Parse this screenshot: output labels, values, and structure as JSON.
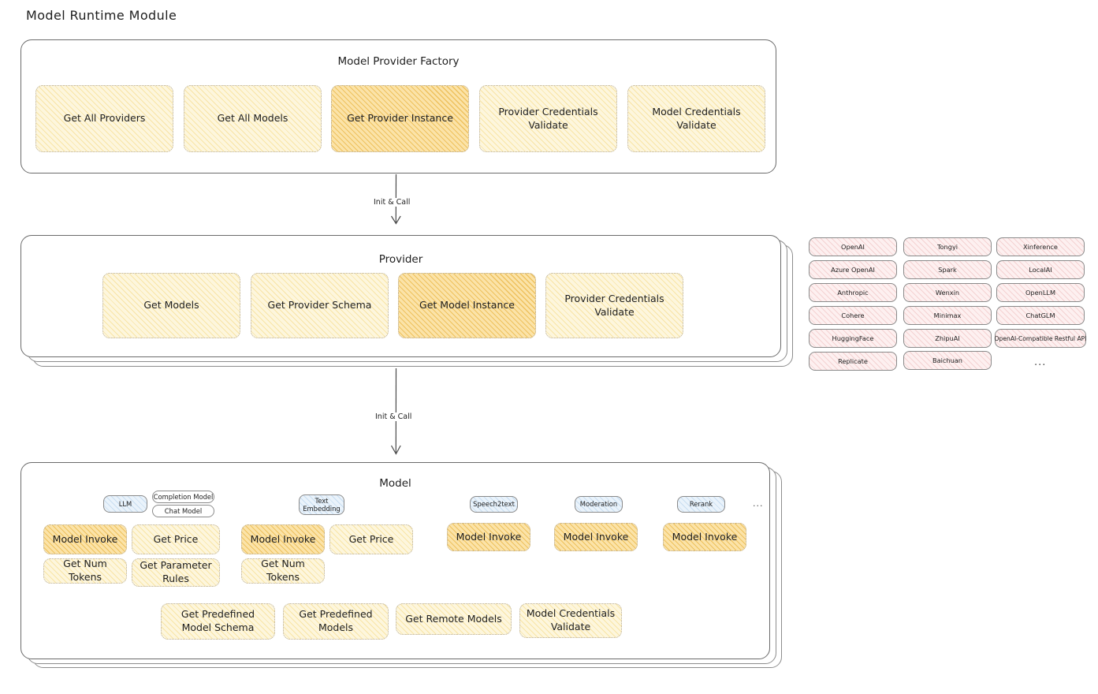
{
  "title": "Model Runtime Module",
  "colors": {
    "fill_yellow": "#fdf6dd",
    "fill_gold": "#fbe3a8",
    "fill_pink": "#fdf0f0",
    "fill_blue": "#eaf3fb",
    "stroke": "#6b6b6b",
    "text": "#1e1e1e"
  },
  "factory": {
    "heading": "Model Provider Factory",
    "boxes": [
      {
        "label": "Get All Providers",
        "highlight": false
      },
      {
        "label": "Get All Models",
        "highlight": false
      },
      {
        "label": "Get Provider Instance",
        "highlight": true
      },
      {
        "label": "Provider Credentials Validate",
        "highlight": false
      },
      {
        "label": "Model Credentials Validate",
        "highlight": false
      }
    ]
  },
  "connectors": [
    {
      "label": "Init & Call"
    },
    {
      "label": "Init & Call"
    }
  ],
  "provider": {
    "heading": "Provider",
    "boxes": [
      {
        "label": "Get Models",
        "highlight": false
      },
      {
        "label": "Get Provider Schema",
        "highlight": false
      },
      {
        "label": "Get Model Instance",
        "highlight": true
      },
      {
        "label": "Provider Credentials Validate",
        "highlight": false
      }
    ]
  },
  "provider_list": {
    "ellipsis": "...",
    "columns": [
      [
        "OpenAI",
        "Azure OpenAI",
        "Anthropic",
        "Cohere",
        "HuggingFace",
        "Replicate"
      ],
      [
        "Tongyi",
        "Spark",
        "Wenxin",
        "Minimax",
        "ZhipuAI",
        "Baichuan"
      ],
      [
        "Xinference",
        "LocalAI",
        "OpenLLM",
        "ChatGLM",
        "OpenAI-Compatible Restful API"
      ]
    ]
  },
  "model": {
    "heading": "Model",
    "ellipsis": "...",
    "groups": [
      {
        "chip": "LLM",
        "chip_style": "blue",
        "subchips": [
          "Completion Model",
          "Chat Model"
        ],
        "boxes": [
          {
            "label": "Model Invoke",
            "highlight": true
          },
          {
            "label": "Get Price",
            "highlight": false
          },
          {
            "label": "Get Num Tokens",
            "highlight": false
          },
          {
            "label": "Get Parameter Rules",
            "highlight": false
          }
        ]
      },
      {
        "chip": "Text Embedding",
        "chip_style": "blue",
        "subchips": [],
        "boxes": [
          {
            "label": "Model Invoke",
            "highlight": true
          },
          {
            "label": "Get Price",
            "highlight": false
          },
          {
            "label": "Get Num Tokens",
            "highlight": false
          }
        ]
      },
      {
        "chip": "Speech2text",
        "chip_style": "blue",
        "subchips": [],
        "boxes": [
          {
            "label": "Model Invoke",
            "highlight": true
          }
        ]
      },
      {
        "chip": "Moderation",
        "chip_style": "blue",
        "subchips": [],
        "boxes": [
          {
            "label": "Model Invoke",
            "highlight": true
          }
        ]
      },
      {
        "chip": "Rerank",
        "chip_style": "blue",
        "subchips": [],
        "boxes": [
          {
            "label": "Model Invoke",
            "highlight": true
          }
        ]
      }
    ],
    "shared_boxes": [
      {
        "label": "Get Predefined Model Schema"
      },
      {
        "label": "Get Predefined Models"
      },
      {
        "label": "Get Remote Models"
      },
      {
        "label": "Model Credentials Validate"
      }
    ]
  }
}
